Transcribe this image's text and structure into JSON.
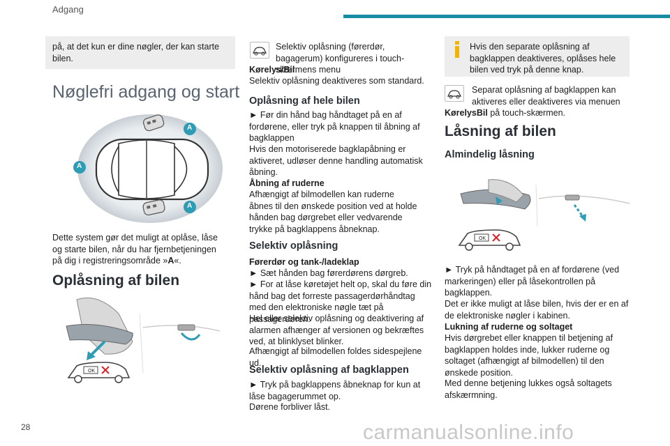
{
  "header": {
    "section": "Adgang",
    "page_number": "28"
  },
  "watermark": "carmanualsonline.info",
  "col1": {
    "box_text": "på, at det kun er dine nøgler, der kan starte bilen.",
    "title_main": "Nøglefri adgang og start",
    "zone_label": "A",
    "intro_1": "Dette system gør det muligt at oplåse, låse og starte bilen, når du har fjernbetjeningen på dig i registreringsområde »",
    "intro_a": "A",
    "intro_2": "«.",
    "title_unlock": "Oplåsning af bilen",
    "car_ok": "OK"
  },
  "col2": {
    "selective_1": "Selektiv oplåsning (førerdør, bagagerum) konfigureres i touch-skærmens menu",
    "selective_menu": "Kørelys/Bil",
    "selective_2": "Selektiv oplåsning deaktiveres som standard.",
    "h_whole": "Oplåsning af hele bilen",
    "whole_lines": [
      "► Før din hånd bag håndtaget på en af fordørene, eller tryk på knappen til åbning af bagklappen",
      "Hvis den motoriserede bagklapåbning er aktiveret, udløser denne handling automatisk åbning."
    ],
    "windows_head": "Åbning af ruderne",
    "windows_text": "Afhængigt af bilmodellen kan ruderne åbnes til den ønskede position ved at holde hånden bag dørgrebet eller vedvarende trykke på bagklappens åbneknap.",
    "h_selective": "Selektiv oplåsning",
    "sel_sub": "Førerdør og tank-/ladeklap",
    "sel_lines": [
      "► Sæt hånden bag førerdørens dørgreb.",
      "► For at låse køretøjet helt op, skal du føre din hånd bag det forreste passagerdørhåndtag med den elektroniske nøgle tæt på passagerdøren.",
      "Hel eller selektiv oplåsning og deaktivering af alarmen afhænger af versionen og bekræftes ved, at blinklyset blinker.",
      "Afhængigt af bilmodellen foldes sidespejlene ud."
    ],
    "h_tailgate": "Selektiv oplåsning af bagklappen",
    "tail_lines": [
      "► Tryk på bagklappens åbneknap for kun at låse bagagerummet op.",
      "Dørene forbliver låst."
    ]
  },
  "col3": {
    "info_text": "Hvis den separate oplåsning af bagklappen deaktiveres, oplåses hele bilen ved tryk på denne knap.",
    "sep_1": "Separat oplåsning af bagklappen kan aktiveres eller deaktiveres via menuen",
    "sep_menu": "KørelysBil",
    "sep_2": "på touch-skærmen.",
    "title_lock": "Låsning af bilen",
    "h_normal": "Almindelig låsning",
    "car_ok": "OK",
    "lock_lines": [
      "► Tryk på håndtaget på en af fordørene (ved markeringen) eller på låsekontrollen på bagklappen.",
      "Det er ikke muligt at låse bilen, hvis der er en af de elektroniske nøgler i kabinen."
    ],
    "closing_head": "Lukning af ruderne og soltaget",
    "closing_text": "Hvis dørgrebet eller knappen til betjening af bagklappen holdes inde, lukker ruderne og soltaget (afhængigt af bilmodellen) til den ønskede position.",
    "closing_text2": "Med denne betjening lukkes også soltagets afskærmning."
  },
  "colors": {
    "accent": "#178ca3",
    "zone_badge": "#2e9cb5",
    "x_mark": "#d9222a",
    "box_bg": "#ededed"
  },
  "icons": [
    "car-settings-icon",
    "info-icon",
    "close-x-icon",
    "hand-icon",
    "arrow-icon"
  ]
}
